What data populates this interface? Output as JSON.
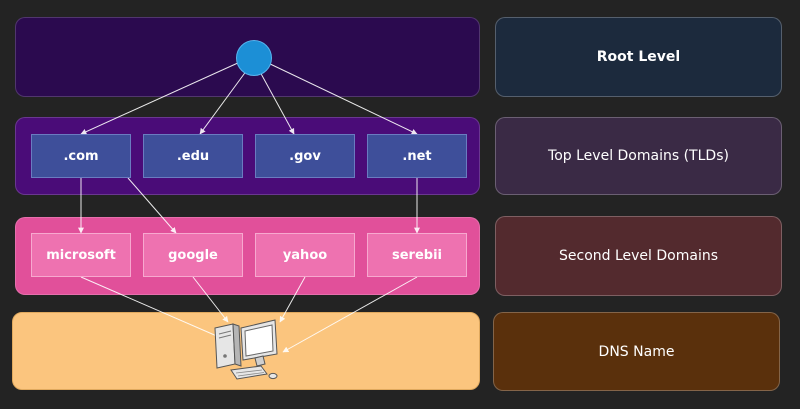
{
  "levels": {
    "root": "Root Level",
    "tld": "Top Level Domains (TLDs)",
    "sld": "Second Level Domains",
    "dns": "DNS Name"
  },
  "tlds": [
    ".com",
    ".edu",
    ".gov",
    ".net"
  ],
  "slds": [
    "microsoft",
    "google",
    "yahoo",
    "serebii"
  ],
  "icons": {
    "root": "root-node-circle",
    "computer": "computer-icon"
  },
  "colors": {
    "root_band": "#2b0a4f",
    "tld_band": "#4a0c78",
    "sld_band": "#e1509a",
    "dns_band": "#fbc57e",
    "root_node": "#1c8fd6",
    "tld_node": "#3e4f9a",
    "sld_node": "#ee72b0"
  }
}
